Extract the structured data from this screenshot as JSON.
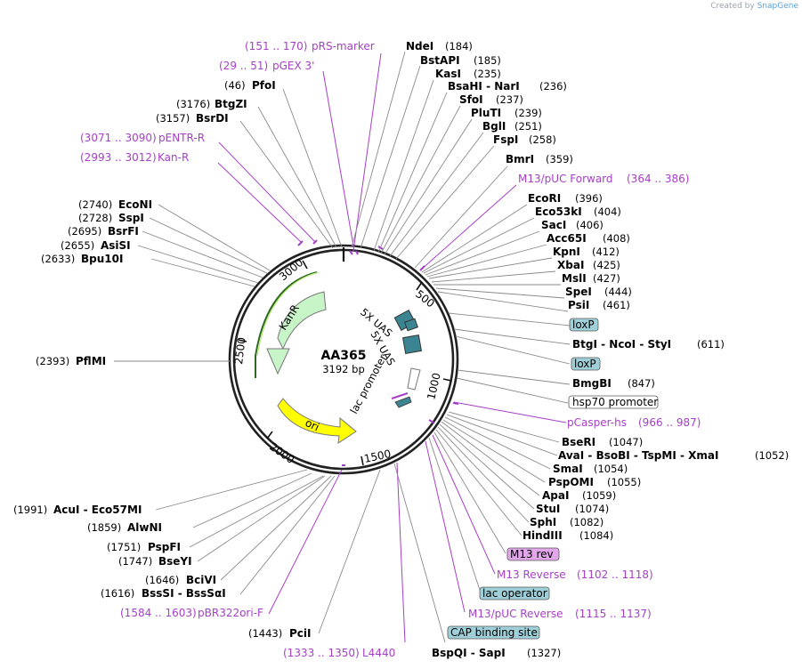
{
  "credit": {
    "prefix": "Created by",
    "brand": "SnapGene"
  },
  "plasmid": {
    "name": "AA365",
    "size": "3192 bp",
    "length": 3192
  },
  "ticks": [
    "500",
    "1000",
    "1500",
    "2000",
    "2500",
    "3000"
  ],
  "features": [
    {
      "name": "KanR",
      "color": "#c8f5c8",
      "stroke": "#777777"
    },
    {
      "name": "ori",
      "color": "#ffff00",
      "stroke": "#777777"
    },
    {
      "name": "5X UAS",
      "color": "#3a8591",
      "stroke": "#333333"
    },
    {
      "name": "5X UAS",
      "color": "#3a8591",
      "stroke": "#333333"
    },
    {
      "name": "lac promoter",
      "color": "#ffffff",
      "stroke": "#777777"
    }
  ],
  "labels": [
    {
      "kind": "primer",
      "pos": "(151 .. 170)",
      "name": "pRS-marker"
    },
    {
      "kind": "primer",
      "pos": "(29 .. 51)",
      "name": "pGEX 3'"
    },
    {
      "kind": "enzyme",
      "pos": "(46)",
      "name": "PfoI"
    },
    {
      "kind": "enzyme",
      "pos": "(3176)",
      "name": "BtgZI"
    },
    {
      "kind": "enzyme",
      "pos": "(3157)",
      "name": "BsrDI"
    },
    {
      "kind": "primer",
      "pos": "(3071 .. 3090)",
      "name": "pENTR-R"
    },
    {
      "kind": "primer",
      "pos": "(2993 .. 3012)",
      "name": "Kan-R"
    },
    {
      "kind": "enzyme",
      "pos": "(2740)",
      "name": "EcoNI"
    },
    {
      "kind": "enzyme",
      "pos": "(2728)",
      "name": "SspI"
    },
    {
      "kind": "enzyme",
      "pos": "(2695)",
      "name": "BsrFI"
    },
    {
      "kind": "enzyme",
      "pos": "(2655)",
      "name": "AsiSI"
    },
    {
      "kind": "enzyme",
      "pos": "(2633)",
      "name": "Bpu10I"
    },
    {
      "kind": "enzyme",
      "pos": "(2393)",
      "name": "PflMI"
    },
    {
      "kind": "enzyme",
      "pos": "(1991)",
      "name": "AcuI - Eco57MI"
    },
    {
      "kind": "enzyme",
      "pos": "(1859)",
      "name": "AlwNI"
    },
    {
      "kind": "enzyme",
      "pos": "(1751)",
      "name": "PspFI"
    },
    {
      "kind": "enzyme",
      "pos": "(1747)",
      "name": "BseYI"
    },
    {
      "kind": "enzyme",
      "pos": "(1646)",
      "name": "BciVI"
    },
    {
      "kind": "enzyme",
      "pos": "(1616)",
      "name": "BssSI - BssSαI"
    },
    {
      "kind": "primer",
      "pos": "(1584 .. 1603)",
      "name": "pBR322ori-F"
    },
    {
      "kind": "enzyme",
      "pos": "(1443)",
      "name": "PciI"
    },
    {
      "kind": "primer",
      "pos": "(1333 .. 1350)",
      "name": "L4440"
    },
    {
      "kind": "enzyme",
      "pos": "(184)",
      "name": "NdeI"
    },
    {
      "kind": "enzyme",
      "pos": "(185)",
      "name": "BstAPI"
    },
    {
      "kind": "enzyme",
      "pos": "(235)",
      "name": "KasI"
    },
    {
      "kind": "enzyme",
      "pos": "(236)",
      "name": "BsaHI - NarI"
    },
    {
      "kind": "enzyme",
      "pos": "(237)",
      "name": "SfoI"
    },
    {
      "kind": "enzyme",
      "pos": "(239)",
      "name": "PluTI"
    },
    {
      "kind": "enzyme",
      "pos": "(251)",
      "name": "BglI"
    },
    {
      "kind": "enzyme",
      "pos": "(258)",
      "name": "FspI"
    },
    {
      "kind": "enzyme",
      "pos": "(359)",
      "name": "BmrI"
    },
    {
      "kind": "primer",
      "pos": "(364 .. 386)",
      "name": "M13/pUC Forward"
    },
    {
      "kind": "enzyme",
      "pos": "(396)",
      "name": "EcoRI"
    },
    {
      "kind": "enzyme",
      "pos": "(404)",
      "name": "Eco53kI"
    },
    {
      "kind": "enzyme",
      "pos": "(406)",
      "name": "SacI"
    },
    {
      "kind": "enzyme",
      "pos": "(408)",
      "name": "Acc65I"
    },
    {
      "kind": "enzyme",
      "pos": "(412)",
      "name": "KpnI"
    },
    {
      "kind": "enzyme",
      "pos": "(425)",
      "name": "XbaI"
    },
    {
      "kind": "enzyme",
      "pos": "(427)",
      "name": "MslI"
    },
    {
      "kind": "enzyme",
      "pos": "(444)",
      "name": "SpeI"
    },
    {
      "kind": "enzyme",
      "pos": "(461)",
      "name": "PsiI"
    },
    {
      "kind": "boxed",
      "pos": "",
      "name": "loxP"
    },
    {
      "kind": "enzyme",
      "pos": "(611)",
      "name": "BtgI - NcoI - StyI"
    },
    {
      "kind": "boxed",
      "pos": "",
      "name": "loxP"
    },
    {
      "kind": "enzyme",
      "pos": "(847)",
      "name": "BmgBI"
    },
    {
      "kind": "boxed",
      "pos": "",
      "name": "hsp70 promoter"
    },
    {
      "kind": "primer",
      "pos": "(966 .. 987)",
      "name": "pCasper-hs"
    },
    {
      "kind": "enzyme",
      "pos": "(1047)",
      "name": "BseRI"
    },
    {
      "kind": "enzyme",
      "pos": "(1052)",
      "name": "AvaI - BsoBI - TspMI - XmaI"
    },
    {
      "kind": "enzyme",
      "pos": "(1054)",
      "name": "SmaI"
    },
    {
      "kind": "enzyme",
      "pos": "(1055)",
      "name": "PspOMI"
    },
    {
      "kind": "enzyme",
      "pos": "(1059)",
      "name": "ApaI"
    },
    {
      "kind": "enzyme",
      "pos": "(1074)",
      "name": "StuI"
    },
    {
      "kind": "enzyme",
      "pos": "(1082)",
      "name": "SphI"
    },
    {
      "kind": "enzyme",
      "pos": "(1084)",
      "name": "HindIII"
    },
    {
      "kind": "boxed",
      "pos": "",
      "name": "M13 rev"
    },
    {
      "kind": "primer",
      "pos": "(1102 .. 1118)",
      "name": "M13 Reverse"
    },
    {
      "kind": "boxed",
      "pos": "",
      "name": "lac operator"
    },
    {
      "kind": "primer",
      "pos": "(1115 .. 1137)",
      "name": "M13/pUC Reverse"
    },
    {
      "kind": "boxed",
      "pos": "",
      "name": "CAP binding site"
    },
    {
      "kind": "enzyme",
      "pos": "(1327)",
      "name": "BspQI - SapI"
    }
  ],
  "colors": {
    "primer": "#a63fc7",
    "feature_box": "#9fcfd8",
    "m13_box": "#e2a7ea",
    "backbone": "#222222",
    "connector": "#8a8a8a"
  }
}
